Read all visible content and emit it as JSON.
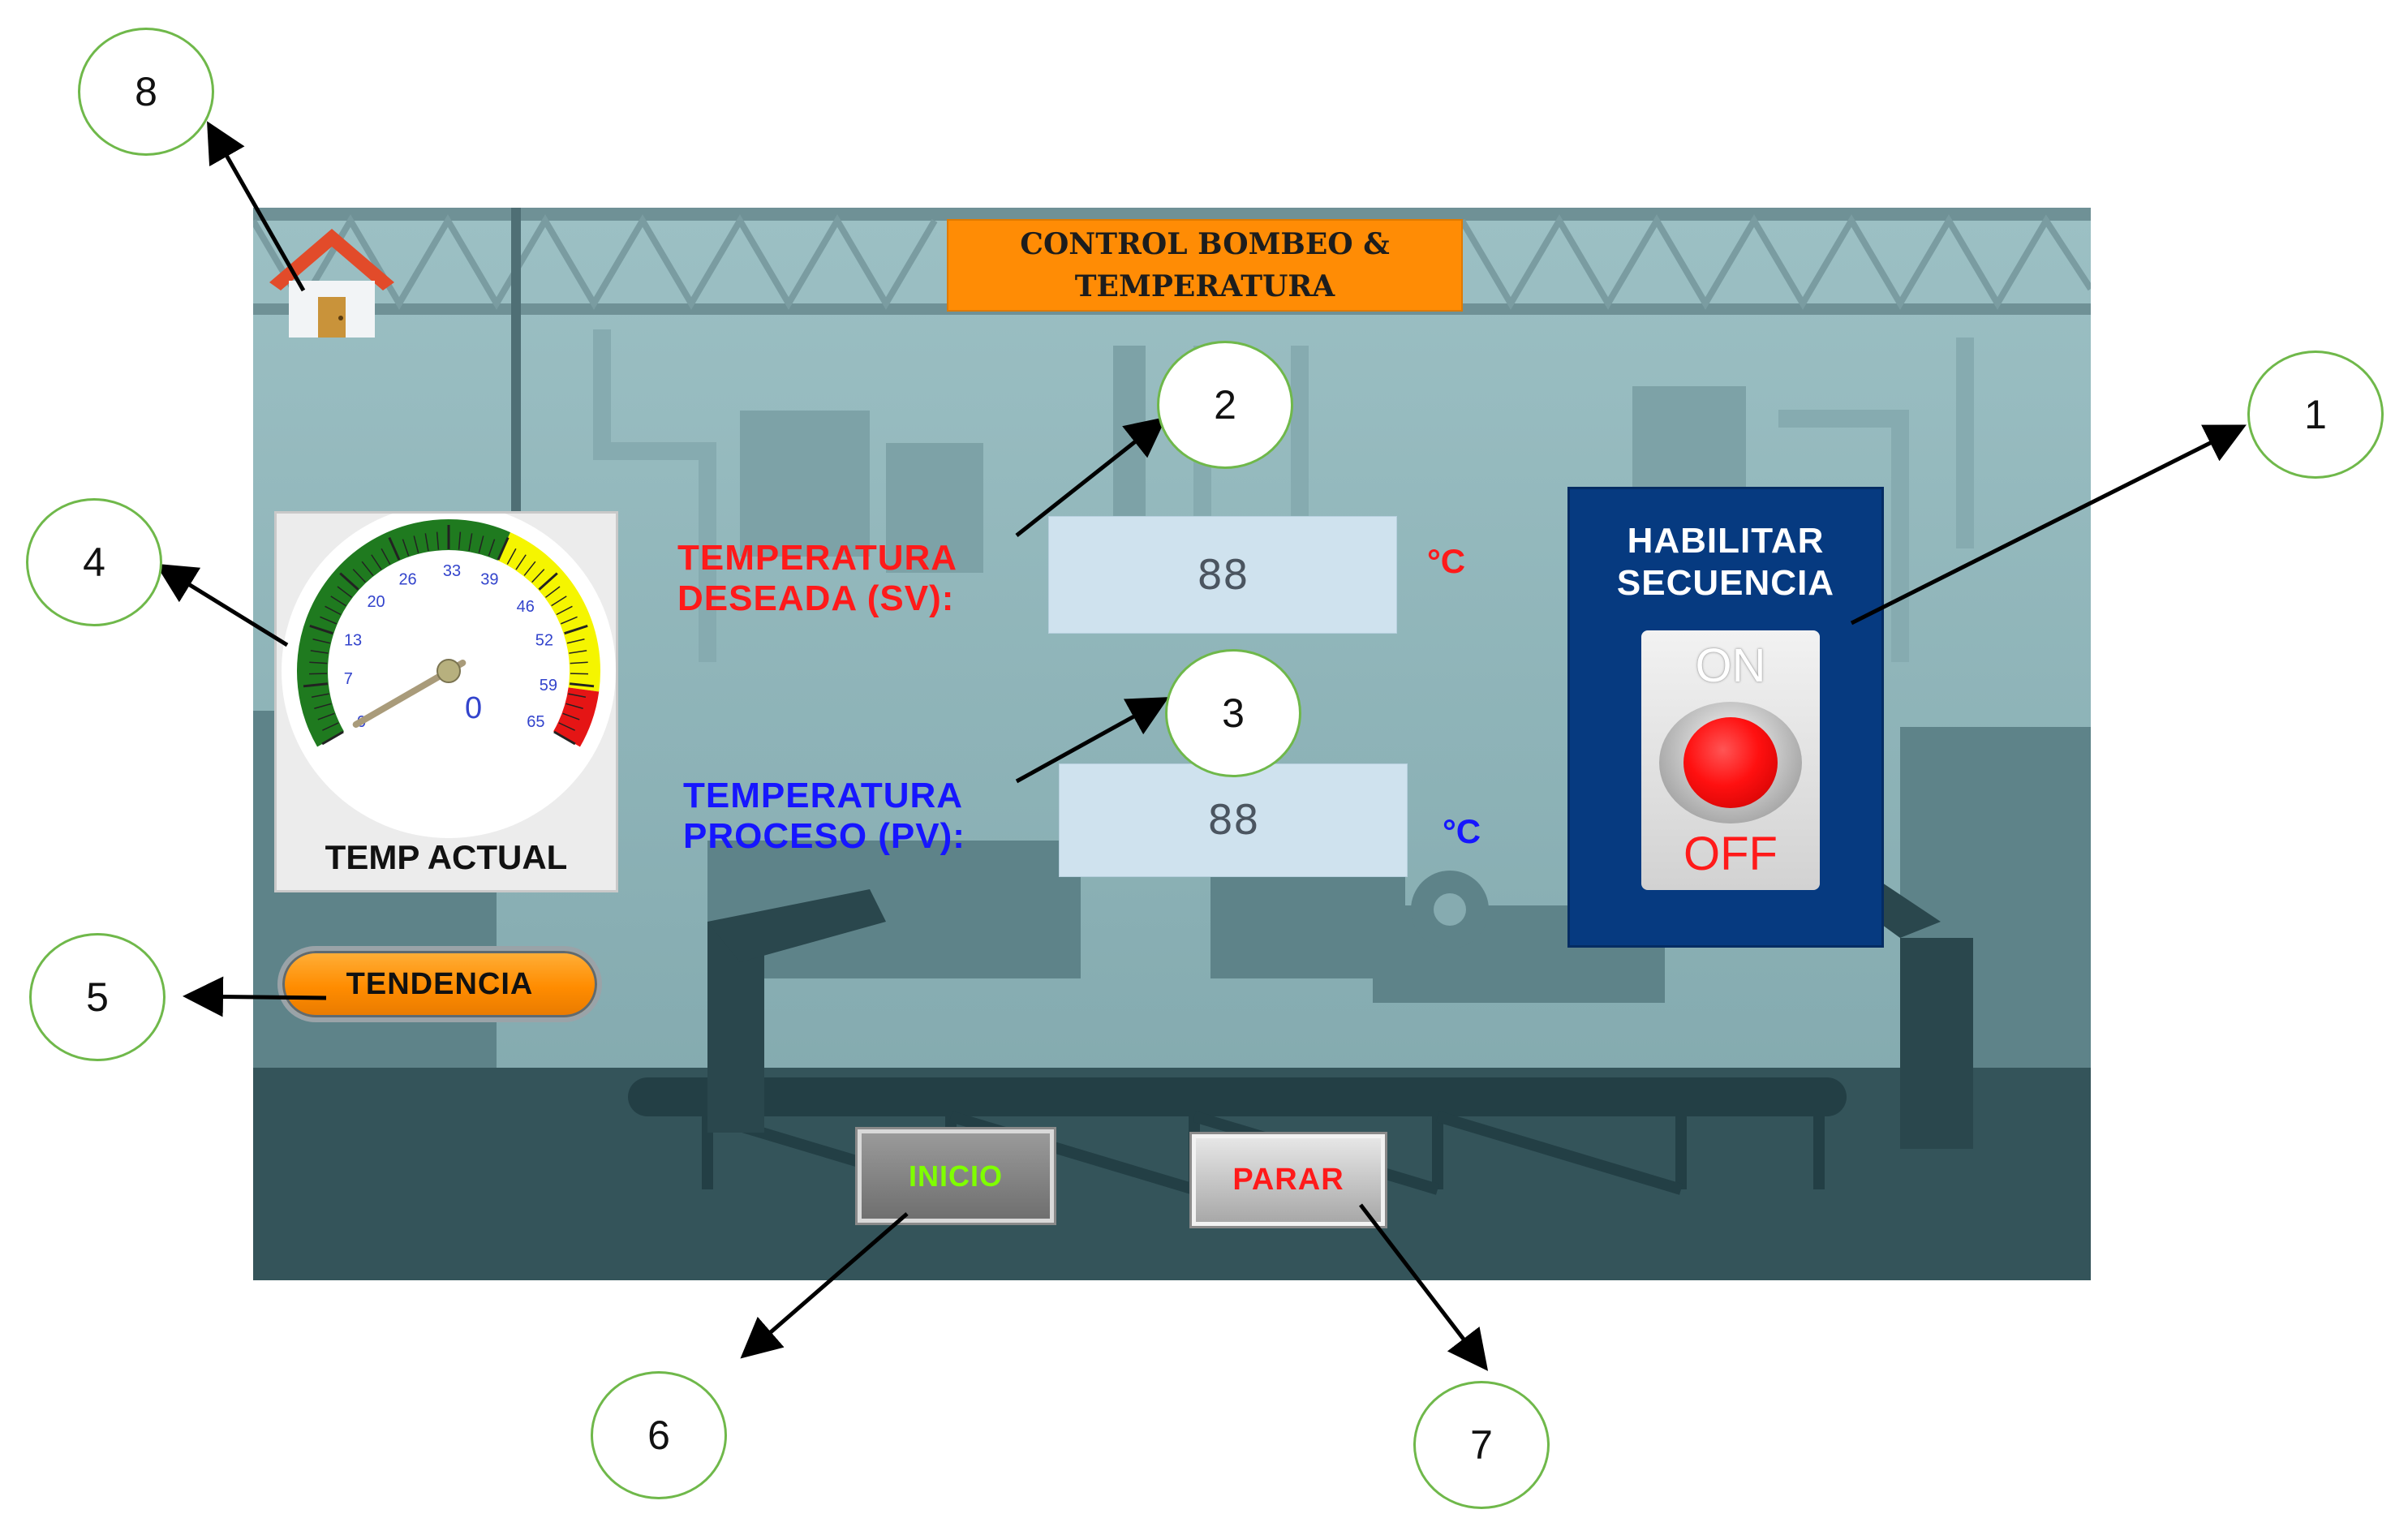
{
  "header": {
    "title": "CONTROL BOMBEO & TEMPERATURA"
  },
  "gauge": {
    "label": "TEMP ACTUAL",
    "ticks": [
      "0",
      "7",
      "13",
      "20",
      "26",
      "33",
      "39",
      "46",
      "52",
      "59",
      "65"
    ],
    "readout": "0",
    "value": 0,
    "min": 0,
    "max": 65,
    "zones": [
      {
        "from": 0,
        "to": 39,
        "color": "#1f7a1f"
      },
      {
        "from": 39,
        "to": 59,
        "color": "#f5f500"
      },
      {
        "from": 59,
        "to": 65,
        "color": "#e51515"
      }
    ]
  },
  "setpoint": {
    "label": "TEMPERATURA DESEADA (SV):",
    "value": "88",
    "unit": "°C"
  },
  "process": {
    "label": "TEMPERATURA PROCESO (PV):",
    "value": "88",
    "unit": "°C"
  },
  "sequence": {
    "title": "HABILITAR SECUENCIA",
    "on_label": "ON",
    "off_label": "OFF"
  },
  "buttons": {
    "tendencia": "TENDENCIA",
    "inicio": "INICIO",
    "parar": "PARAR"
  },
  "callouts": [
    "1",
    "2",
    "3",
    "4",
    "5",
    "6",
    "7",
    "8"
  ],
  "colors": {
    "title_bg": "#ff8c05",
    "sv_text": "#ff1a1a",
    "pv_text": "#1616ff",
    "panel_blue": "#063a80",
    "callout_border": "#6fb84a"
  }
}
